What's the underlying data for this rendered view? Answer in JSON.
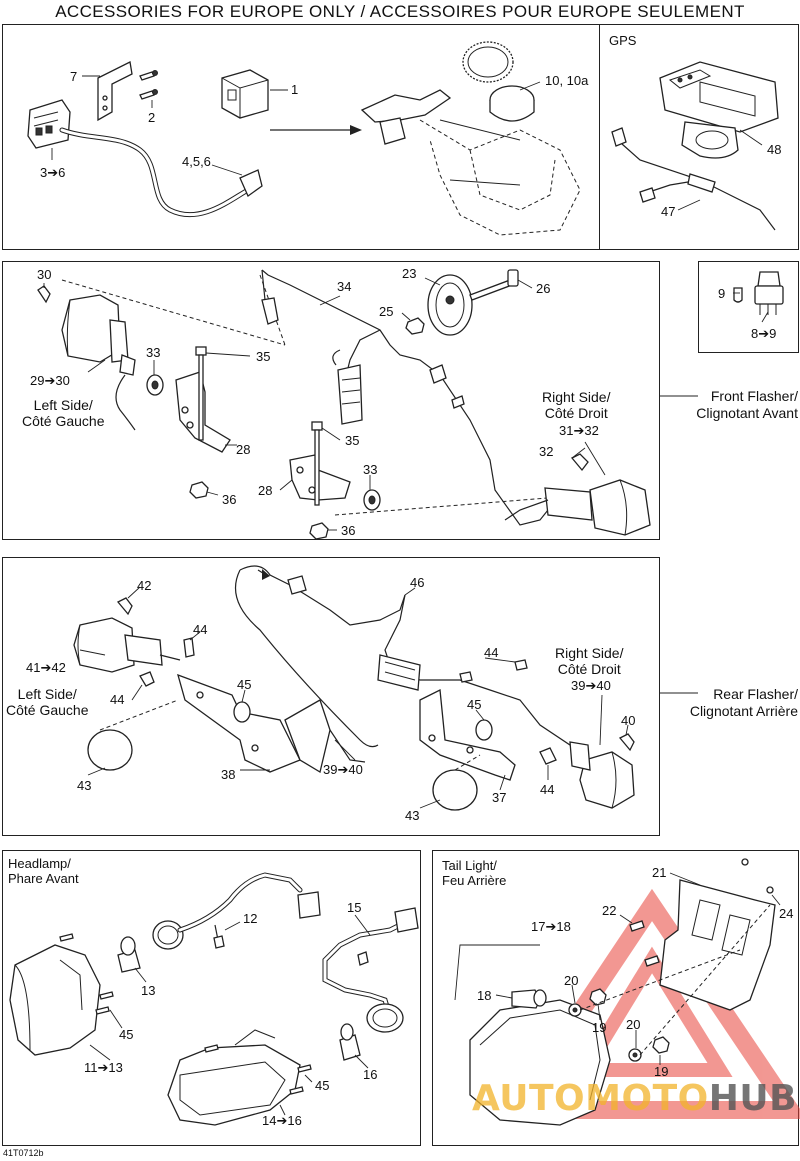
{
  "header": {
    "title": "ACCESSORIES FOR EUROPE ONLY / ACCESSOIRES POUR EUROPE SEULEMENT"
  },
  "sections": {
    "gps": {
      "title": "GPS"
    },
    "front_flasher": {
      "side_label": "Front Flasher/\nClignotant Avant",
      "left_side": "Left Side/\nCôté Gauche",
      "right_side": "Right Side/\nCôté Droit"
    },
    "rear_flasher": {
      "side_label": "Rear Flasher/\nClignotant Arrière",
      "left_side": "Left Side/\nCôté Gauche",
      "right_side": "Right Side/\nCôté Droit"
    },
    "headlamp": {
      "title": "Headlamp/\nPhare Avant"
    },
    "tail_light": {
      "title": "Tail Light/\nFeu Arrière"
    }
  },
  "callouts": {
    "c1": "1",
    "c2": "2",
    "c3_6": "3➔6",
    "c7": "7",
    "c4_5_6": "4,5,6",
    "c10": "10, 10a",
    "c48": "48",
    "c47": "47",
    "c9": "9",
    "c8_9": "8➔9",
    "c30": "30",
    "c34": "34",
    "c23": "23",
    "c26": "26",
    "c25": "25",
    "c33a": "33",
    "c35a": "35",
    "c29_30": "29➔30",
    "c28a": "28",
    "c36a": "36",
    "c35b": "35",
    "c33b": "33",
    "c28b": "28",
    "c36b": "36",
    "c31_32": "31➔32",
    "c32": "32",
    "c42": "42",
    "c46": "46",
    "c44a": "44",
    "c41_42": "41➔42",
    "c44b": "44",
    "c45a": "45",
    "c44c": "44",
    "c45b": "45",
    "c39_40a": "39➔40",
    "c40": "40",
    "c43a": "43",
    "c38": "38",
    "c39_40b": "39➔40",
    "c37": "37",
    "c44d": "44",
    "c43b": "43",
    "c12": "12",
    "c15": "15",
    "c13": "13",
    "c45c": "45",
    "c11_13": "11➔13",
    "c16": "16",
    "c45d": "45",
    "c14_16": "14➔16",
    "c21": "21",
    "c22": "22",
    "c17_18": "17➔18",
    "c24": "24",
    "c20a": "20",
    "c18": "18",
    "c19a": "19",
    "c20b": "20",
    "c19b": "19"
  },
  "footer": {
    "drawing_ref": "41T0712b"
  },
  "watermark": {
    "part1": "AUTO",
    "part2": "MOTO",
    "part3": "HUB",
    "color_red": "#e8433a",
    "color_yellow": "#f2b32a",
    "color_gray": "#555555"
  }
}
